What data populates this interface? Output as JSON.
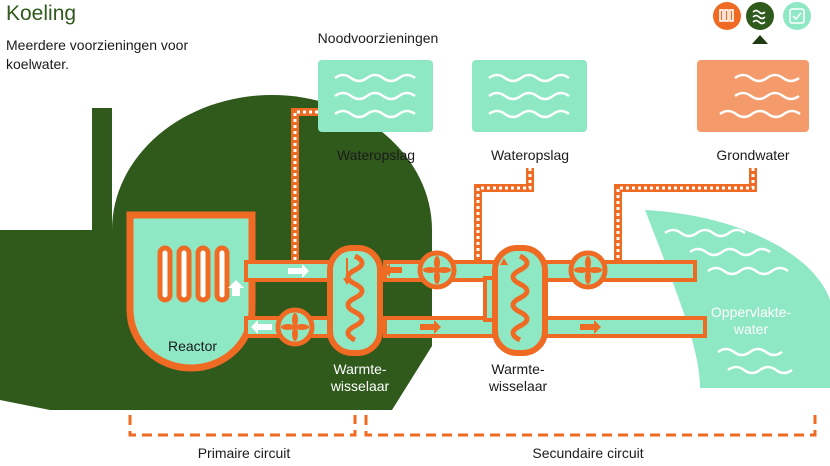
{
  "header": {
    "title": "Koeling",
    "subtitle": "Meerdere voorzieningen voor koelwater."
  },
  "labels": {
    "emergency": "Noodvoorzieningen",
    "storage_1": "Wateropslag",
    "storage_2": "Wateropslag",
    "groundwater": "Grondwater",
    "surface_water": "Oppervlakte-\nwater",
    "reactor": "Reactor",
    "heat_exchanger_1": "Warmte-\nwisselaar",
    "heat_exchanger_2": "Warmte-\nwisselaar",
    "primary_circuit": "Primaire circuit",
    "secondary_circuit": "Secundaire circuit"
  },
  "nav_icons": [
    {
      "name": "reactor-icon",
      "active": false
    },
    {
      "name": "cooling-icon",
      "active": true
    },
    {
      "name": "safety-icon",
      "active": false
    }
  ],
  "colors": {
    "dark_green": "#2f5a1c",
    "orange": "#ef6a23",
    "light_orange": "#f59a6a",
    "mint": "#8fe8c4",
    "water_white": "#ffffff"
  }
}
